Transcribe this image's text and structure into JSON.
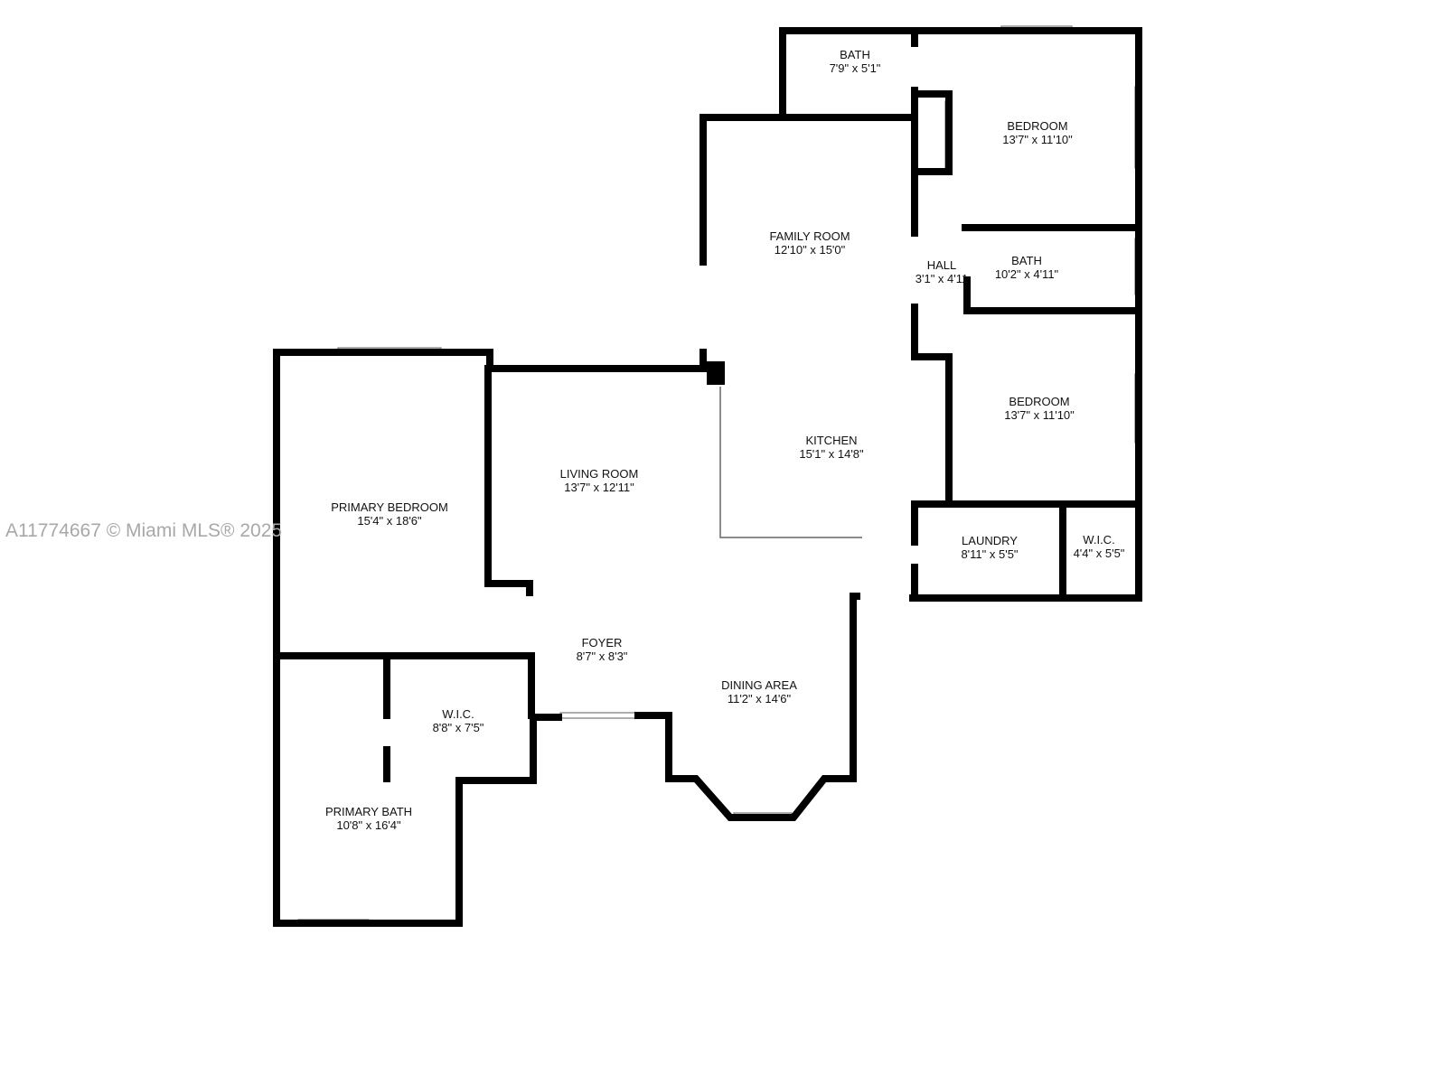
{
  "watermark": "A11774667 © Miami MLS® 2025",
  "rooms": [
    {
      "name": "BATH",
      "size": "7'9\" x 5'1\""
    },
    {
      "name": "BEDROOM",
      "size": "13'7\" x 11'10\""
    },
    {
      "name": "FAMILY ROOM",
      "size": "12'10\" x 15'0\""
    },
    {
      "name": "HALL",
      "size": "3'1\" x 4'11"
    },
    {
      "name": "BATH",
      "size": "10'2\" x 4'11\""
    },
    {
      "name": "BEDROOM",
      "size": "13'7\" x 11'10\""
    },
    {
      "name": "KITCHEN",
      "size": "15'1\" x 14'8\""
    },
    {
      "name": "LIVING ROOM",
      "size": "13'7\" x 12'11\""
    },
    {
      "name": "PRIMARY BEDROOM",
      "size": "15'4\" x 18'6\""
    },
    {
      "name": "LAUNDRY",
      "size": "8'11\" x 5'5\""
    },
    {
      "name": "W.I.C.",
      "size": "4'4\" x 5'5\""
    },
    {
      "name": "FOYER",
      "size": "8'7\" x 8'3\""
    },
    {
      "name": "DINING AREA",
      "size": "11'2\" x 14'6\""
    },
    {
      "name": "W.I.C.",
      "size": "8'8\" x 7'5\""
    },
    {
      "name": "PRIMARY BATH",
      "size": "10'8\" x 16'4\""
    }
  ]
}
